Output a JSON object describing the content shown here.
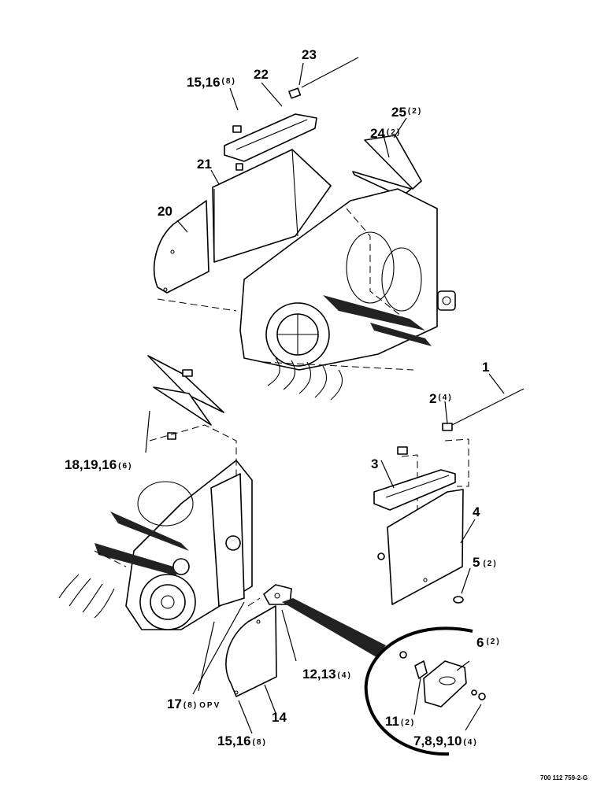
{
  "callouts": {
    "c1": {
      "num": "1",
      "qty": ""
    },
    "c2": {
      "num": "2",
      "qty": "(4)"
    },
    "c3": {
      "num": "3",
      "qty": ""
    },
    "c4": {
      "num": "4",
      "qty": ""
    },
    "c5": {
      "num": "5",
      "qty": "(2)"
    },
    "c6": {
      "num": "6",
      "qty": "(2)"
    },
    "c7_10": {
      "num": "7,8,9,10",
      "qty": "(4)"
    },
    "c11": {
      "num": "11",
      "qty": "(2)"
    },
    "c12_13": {
      "num": "12,13",
      "qty": "(4)"
    },
    "c14": {
      "num": "14",
      "qty": ""
    },
    "c15_16_top": {
      "num": "15,16",
      "qty": "(8)"
    },
    "c15_16_bottom": {
      "num": "15,16",
      "qty": "(8)"
    },
    "c17": {
      "num": "17",
      "qty": "(8)",
      "suffix": "OPV"
    },
    "c18_19_16": {
      "num": "18,19,16",
      "qty": "(6)"
    },
    "c20": {
      "num": "20",
      "qty": ""
    },
    "c21": {
      "num": "21",
      "qty": ""
    },
    "c22": {
      "num": "22",
      "qty": ""
    },
    "c23": {
      "num": "23",
      "qty": ""
    },
    "c24": {
      "num": "24",
      "qty": "(2)"
    },
    "c25": {
      "num": "25",
      "qty": "(2)"
    }
  },
  "drawing_number": "700 112 759-2-G"
}
